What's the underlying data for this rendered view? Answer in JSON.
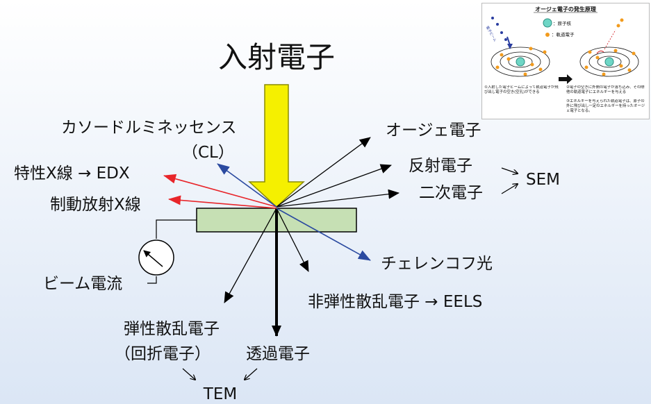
{
  "diagram": {
    "title": "入射電子",
    "labels": {
      "cl_line1": "カソードルミネッセンス",
      "cl_line2": "（CL）",
      "auger": "オージェ電子",
      "reflected": "反射電子",
      "secondary": "二次電子",
      "sem": "SEM",
      "characteristic_xray": "特性X線 → EDX",
      "bremsstrahlung": "制動放射X線",
      "cherenkov": "チェレンコフ光",
      "beam_current": "ビーム電流",
      "inelastic": "非弾性散乱電子 → EELS",
      "elastic_line1": "弾性散乱電子",
      "elastic_line2": "（回折電子）",
      "transmitted": "透過電子",
      "tem": "TEM"
    },
    "colors": {
      "incident_arrow": "#f5f000",
      "sample": "#c6e0b4",
      "red_arrows": "#e8252a",
      "blue_arrows": "#2b4aa0",
      "black_arrows": "#000000"
    }
  },
  "inset": {
    "title": "オージェ電子の発生原理",
    "legend_nucleus": "：原子核",
    "legend_orbital": "：軌道電子",
    "beam_label": "電子ビーム",
    "note_left": "①入射した電子ビームによって軌道電子が飛び出し電子の空き(空孔)ができる",
    "note_right_1": "②電子の空きに外側の電子が落ち込み、その際他の軌道電子にエネルギーを与える",
    "note_right_2": "③エネルギーを与えられた軌道電子は、原子の外に飛び出し一定のエネルギーを持ったオージェ電子となる。"
  }
}
